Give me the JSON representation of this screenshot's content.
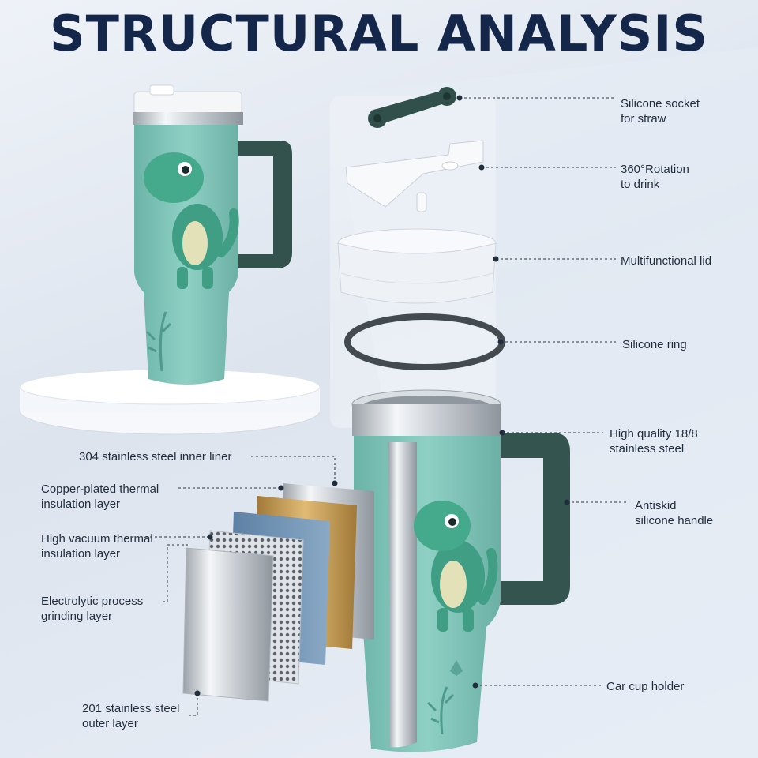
{
  "title": "STRUCTURAL ANALYSIS",
  "labels": {
    "straw_socket": "Silicone socket\nfor straw",
    "rotation": "360°Rotation\nto drink",
    "lid": "Multifunctional lid",
    "ring": "Silicone ring",
    "steel_1888": "High quality 18/8\nstainless steel",
    "handle": "Antiskid\nsilicone handle",
    "car_holder": "Car cup holder",
    "inner_liner": "304 stainless steel inner liner",
    "copper_layer": "Copper-plated thermal\ninsulation layer",
    "vacuum_layer": "High vacuum thermal\ninsulation layer",
    "grinding_layer": "Electrolytic process\ngrinding layer",
    "outer_layer": "201 stainless steel\nouter layer"
  },
  "colors": {
    "title": "#14264a",
    "tumbler_body": "#7fc4b8",
    "handle": "#34544f",
    "steel": "#c9ced4",
    "copper": "#c79a4e",
    "vacuum_blue": "#6f93b4",
    "leader_line": "#1f2d3d"
  },
  "icons": [
    "dinosaur-illustration",
    "leaf-pattern",
    "footprint-pattern"
  ]
}
